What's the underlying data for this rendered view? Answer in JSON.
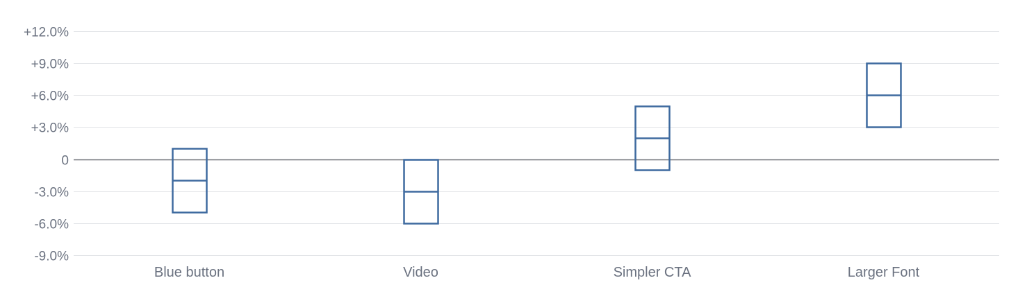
{
  "chart_data": {
    "type": "box",
    "title": "",
    "xlabel": "",
    "ylabel": "",
    "categories": [
      "Blue button",
      "Video",
      "Simpler CTA",
      "Larger Font"
    ],
    "series": [
      {
        "intervals": [
          {
            "low": -5.0,
            "mid": -2.0,
            "high": 1.0
          },
          {
            "low": -6.0,
            "mid": -3.0,
            "high": 0.0
          },
          {
            "low": -1.0,
            "mid": 2.0,
            "high": 5.0
          },
          {
            "low": 3.0,
            "mid": 6.0,
            "high": 9.0
          }
        ]
      }
    ],
    "ylim": [
      -9,
      12
    ],
    "yticks": [
      {
        "value": 12,
        "label": "+12.0%"
      },
      {
        "value": 9,
        "label": "+9.0%"
      },
      {
        "value": 6,
        "label": "+6.0%"
      },
      {
        "value": 3,
        "label": "+3.0%"
      },
      {
        "value": 0,
        "label": "0"
      },
      {
        "value": -3,
        "label": "-3.0%"
      },
      {
        "value": -6,
        "label": "-6.0%"
      },
      {
        "value": -9,
        "label": "-9.0%"
      }
    ],
    "grid": true,
    "legend": "none",
    "colors": {
      "box_stroke": "#3e6a9f",
      "grid": "#e3e5e8",
      "zero_line": "#6b6f73",
      "text": "#6b7280"
    }
  }
}
